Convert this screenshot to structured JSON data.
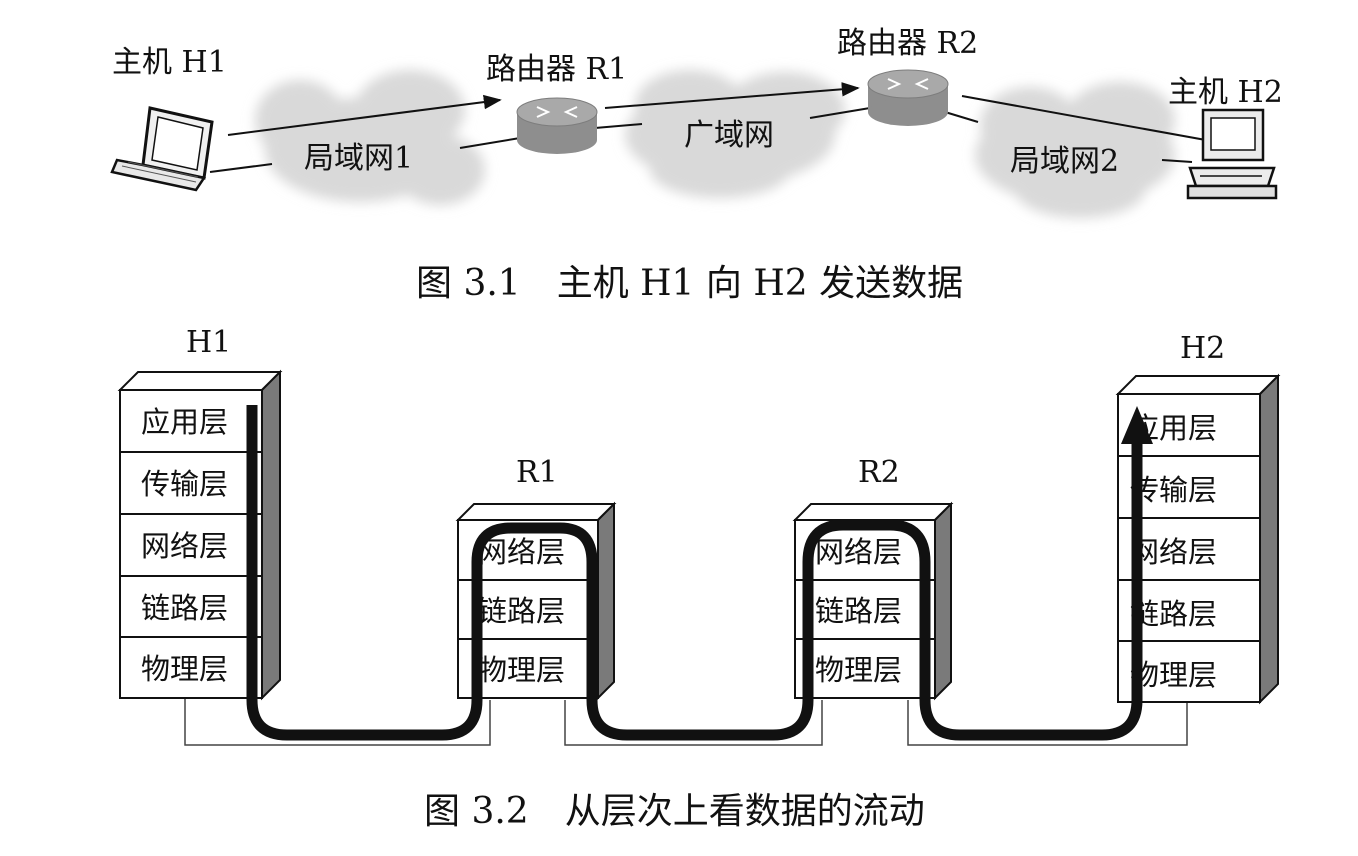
{
  "figure1": {
    "caption": "图 3.1　主机 H1 向 H2 发送数据",
    "host1_label": "主机 H1",
    "host2_label": "主机 H2",
    "router1_label": "路由器 R1",
    "router2_label": "路由器 R2",
    "lan1_label": "局域网1",
    "wan_label": "广域网",
    "lan2_label": "局域网2"
  },
  "figure2": {
    "caption": "图 3.2　从层次上看数据的流动",
    "hosts": [
      {
        "name": "H1",
        "layers": [
          "应用层",
          "传输层",
          "网络层",
          "链路层",
          "物理层"
        ]
      },
      {
        "name": "H2",
        "layers": [
          "应用层",
          "传输层",
          "网络层",
          "链路层",
          "物理层"
        ]
      }
    ],
    "routers": [
      {
        "name": "R1",
        "layers": [
          "网络层",
          "链路层",
          "物理层"
        ]
      },
      {
        "name": "R2",
        "layers": [
          "网络层",
          "链路层",
          "物理层"
        ]
      }
    ]
  },
  "colors": {
    "cloud": "#d9d9d9",
    "router": "#8e8e8e",
    "stack_side": "#7a7a7a",
    "flow": "#111111"
  }
}
